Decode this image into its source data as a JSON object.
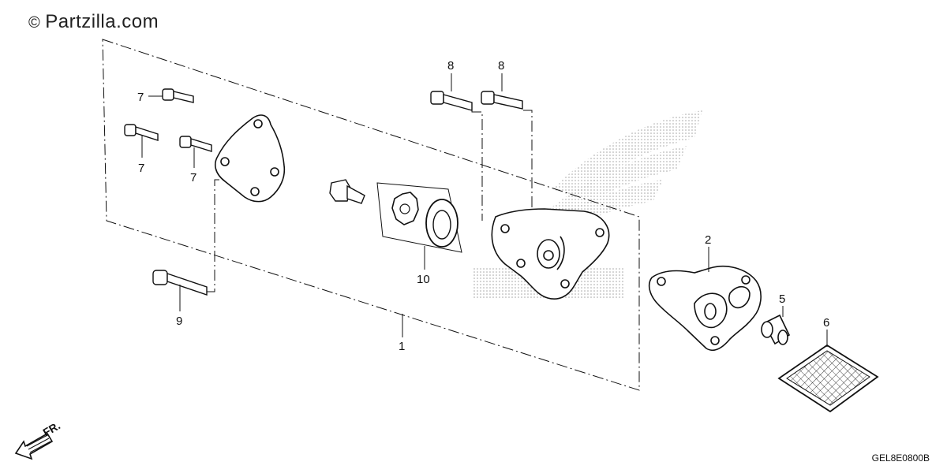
{
  "watermark": {
    "symbol": "©",
    "text": "Partzilla.com"
  },
  "diagram_code": "GEL8E0800B",
  "front_marker": "FR.",
  "callouts": [
    {
      "id": "callout-1",
      "label": "1"
    },
    {
      "id": "callout-2",
      "label": "2"
    },
    {
      "id": "callout-5",
      "label": "5"
    },
    {
      "id": "callout-6",
      "label": "6"
    },
    {
      "id": "callout-7a",
      "label": "7"
    },
    {
      "id": "callout-7b",
      "label": "7"
    },
    {
      "id": "callout-7c",
      "label": "7"
    },
    {
      "id": "callout-8a",
      "label": "8"
    },
    {
      "id": "callout-8b",
      "label": "8"
    },
    {
      "id": "callout-9",
      "label": "9"
    },
    {
      "id": "callout-10",
      "label": "10"
    }
  ],
  "colors": {
    "line": "#111111",
    "halftone": "#9a9a9a",
    "background": "#ffffff"
  }
}
